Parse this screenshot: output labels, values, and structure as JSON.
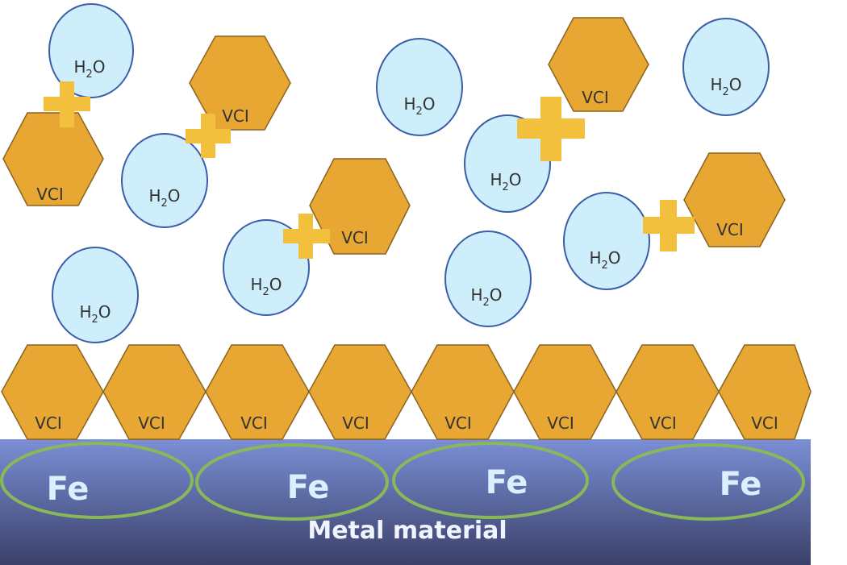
{
  "labels": {
    "h2o_base": "H",
    "h2o_sub": "2",
    "h2o_tail": "O",
    "vci": "VCI",
    "fe": "Fe",
    "metal": "Metal material"
  },
  "colors": {
    "vci_fill": "#e8a733",
    "vci_stroke": "#8a6420",
    "water_fill": "#cdeefa",
    "water_stroke": "#3a5fa8",
    "plus": "#f2c03d",
    "metal_top": "#7b8fd6",
    "metal_bottom": "#3a4068",
    "ring": "#88b85a"
  }
}
